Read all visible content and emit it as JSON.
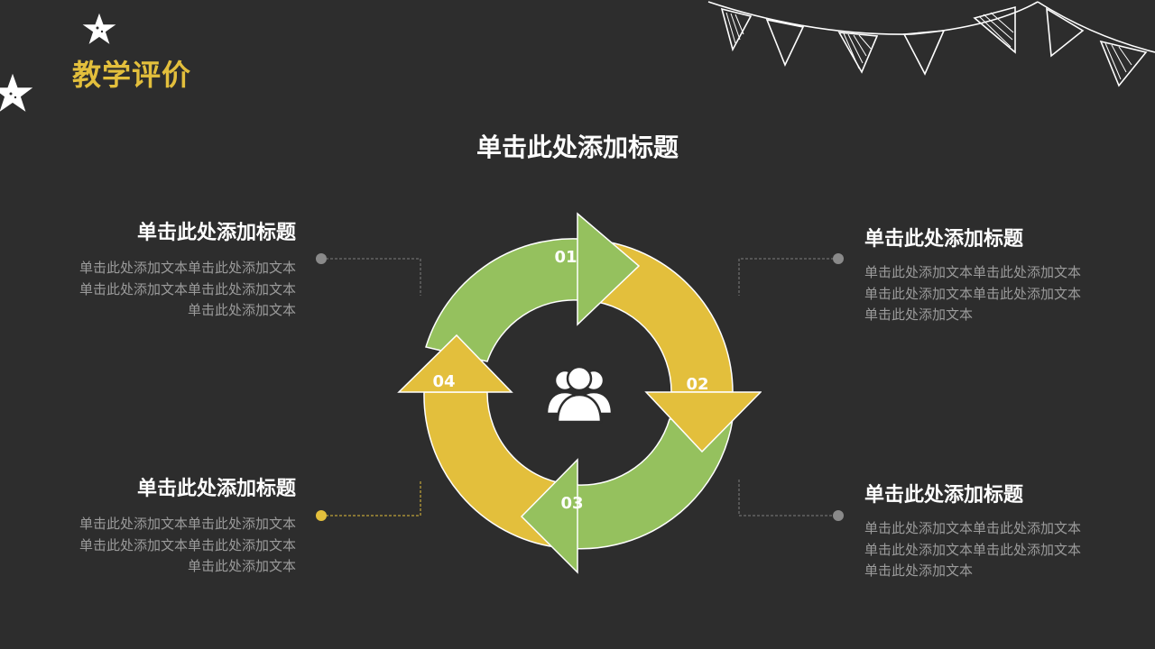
{
  "header": {
    "section_title": "教学评价"
  },
  "main": {
    "title": "单击此处添加标题"
  },
  "cycle": {
    "steps": [
      {
        "number": "01",
        "color": "#95c15e"
      },
      {
        "number": "02",
        "color": "#e3bf3c"
      },
      {
        "number": "03",
        "color": "#95c15e"
      },
      {
        "number": "04",
        "color": "#e3bf3c"
      }
    ],
    "center_icon": "users-icon"
  },
  "items": [
    {
      "title": "单击此处添加标题",
      "body": "单击此处添加文本单击此处添加文本单击此处添加文本单击此处添加文本单击此处添加文本",
      "dot_color": "#8a8a8a"
    },
    {
      "title": "单击此处添加标题",
      "body": "单击此处添加文本单击此处添加文本单击此处添加文本单击此处添加文本单击此处添加文本",
      "dot_color": "#8a8a8a"
    },
    {
      "title": "单击此处添加标题",
      "body": "单击此处添加文本单击此处添加文本单击此处添加文本单击此处添加文本单击此处添加文本",
      "dot_color": "#e3bf3c"
    },
    {
      "title": "单击此处添加标题",
      "body": "单击此处添加文本单击此处添加文本单击此处添加文本单击此处添加文本单击此处添加文本",
      "dot_color": "#8a8a8a"
    }
  ],
  "decor": {
    "stars": "star-doodle-icon",
    "bunting": "bunting-flags-icon"
  }
}
